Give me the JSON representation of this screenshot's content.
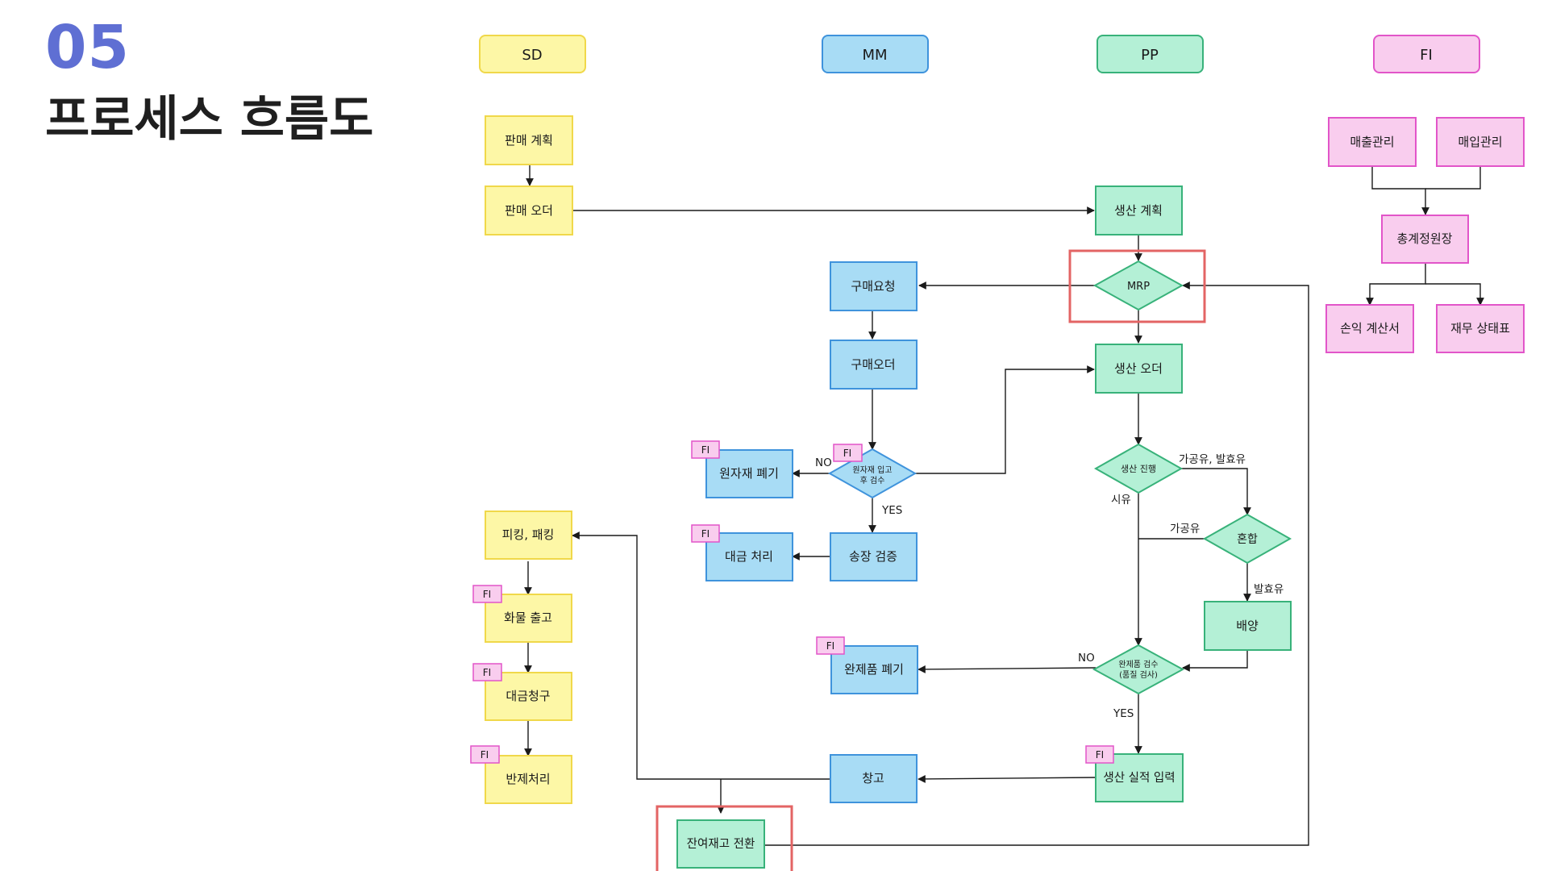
{
  "header": {
    "number": "05",
    "title": "프로세스 흐름도"
  },
  "colors": {
    "sd_fill": "#fdf7a6",
    "sd_stroke": "#f0d84a",
    "mm_fill": "#a8dcf5",
    "mm_stroke": "#3f93dc",
    "pp_fill": "#b4f0d6",
    "pp_stroke": "#38b27a",
    "fi_fill": "#f9cdee",
    "fi_stroke": "#e255c9",
    "highlight": "#e36464",
    "line": "#1a1a1a"
  },
  "lanes": {
    "sd": "SD",
    "mm": "MM",
    "pp": "PP",
    "fi": "FI"
  },
  "sd": {
    "sales_plan": "판매 계획",
    "sales_order": "판매 오더",
    "picking_packing": "피킹, 패킹",
    "goods_issue": "화물 출고",
    "billing": "대금청구",
    "return_processing": "반제처리"
  },
  "mm": {
    "purchase_request": "구매요청",
    "purchase_order": "구매오더",
    "inspection": [
      "원자재 입고",
      "후 검수"
    ],
    "raw_disposal": "원자재 폐기",
    "invoice_verification": "송장 검증",
    "payment": "대금 처리",
    "finished_disposal": "완제품 폐기",
    "warehouse": "창고"
  },
  "pp": {
    "production_plan": "생산 계획",
    "mrp": "MRP",
    "production_order": "생산 오더",
    "production_progress": "생산 진행",
    "mixing": "혼합",
    "fermentation": "배양",
    "quality_check": [
      "완제품 검수",
      "(품질 검사)"
    ],
    "production_result": "생산 실적 입력",
    "remaining_stock": "잔여재고 전환"
  },
  "fi": {
    "sales_mgmt": "매출관리",
    "purchase_mgmt": "매입관리",
    "general_ledger": "총계정원장",
    "income_statement": "손익 계산서",
    "balance_sheet": "재무 상태표",
    "tag": "FI"
  },
  "edge_labels": {
    "no": "NO",
    "yes": "YES",
    "processed_fermented": "가공유, 발효유",
    "white_milk": "시유",
    "processed": "가공유",
    "fermented": "발효유"
  }
}
